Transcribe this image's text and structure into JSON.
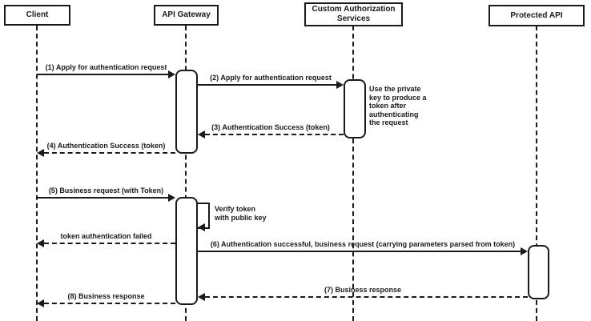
{
  "diagram_type": "uml-sequence",
  "colors": {
    "stroke": "#1a1a1a",
    "fill": "#ffffff"
  },
  "actors": [
    {
      "label": "Client"
    },
    {
      "label": "API Gateway"
    },
    {
      "label": "Custom Authorization Services"
    },
    {
      "label": "Protected API"
    }
  ],
  "messages": [
    {
      "label": "(1) Apply for authentication request",
      "from": "Client",
      "to": "API Gateway",
      "style": "solid"
    },
    {
      "label": "(2) Apply for authentication request",
      "from": "API Gateway",
      "to": "Custom Authorization Services",
      "style": "solid"
    },
    {
      "label": "(3) Authentication Success (token)",
      "from": "Custom Authorization Services",
      "to": "API Gateway",
      "style": "dashed"
    },
    {
      "label": "(4) Authentication Success (token)",
      "from": "API Gateway",
      "to": "Client",
      "style": "dashed"
    },
    {
      "label": "(5) Business request (with Token)",
      "from": "Client",
      "to": "API Gateway",
      "style": "solid"
    },
    {
      "label": "token authentication failed",
      "from": "API Gateway",
      "to": "Client",
      "style": "dashed"
    },
    {
      "label": "(6) Authentication successful, business request (carrying parameters parsed from token)",
      "from": "API Gateway",
      "to": "Protected API",
      "style": "solid"
    },
    {
      "label": "(7) Business response",
      "from": "Protected API",
      "to": "API Gateway",
      "style": "dashed"
    },
    {
      "label": "(8) Business response",
      "from": "API Gateway",
      "to": "Client",
      "style": "dashed"
    }
  ],
  "self_message": {
    "label": "Verify token\nwith public key",
    "actor": "API Gateway"
  },
  "note": {
    "text": "Use the private\nkey to produce a\ntoken after\nauthenticating\nthe request",
    "actor": "Custom Authorization Services"
  }
}
